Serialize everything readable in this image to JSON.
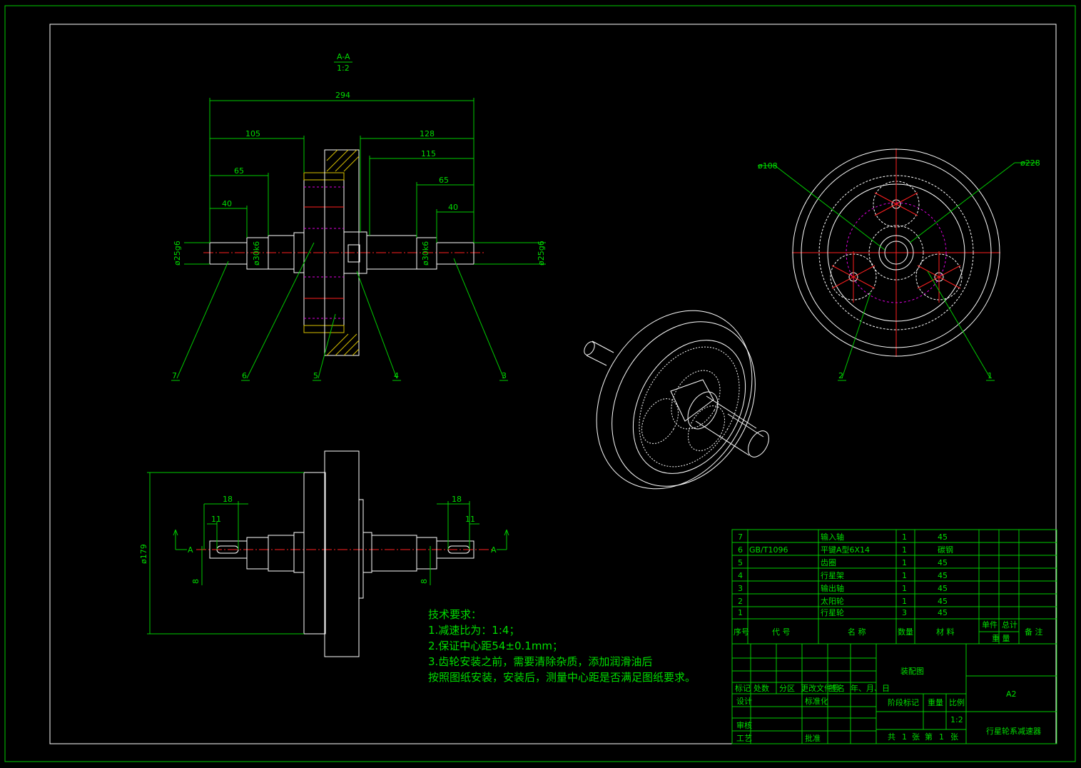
{
  "section_label": "A-A",
  "section_scale": "1:2",
  "top_view": {
    "dims": {
      "total": "294",
      "left": "105",
      "right": "128",
      "right_inner": "115",
      "left_65": "65",
      "right_65": "65",
      "left_40": "40",
      "right_40": "40"
    },
    "diameters": {
      "left_shaft": "ø25g6",
      "left_bearing": "ø30k6",
      "right_bearing": "ø30k6",
      "right_shaft": "ø25g6"
    },
    "balloons": [
      "7",
      "6",
      "5",
      "4",
      "3"
    ]
  },
  "bottom_view": {
    "dims": {
      "key_len_left": "18",
      "key_off_left": "11",
      "key_len_right": "18",
      "key_off_right": "11",
      "key_w_left": "8",
      "key_w_right": "8",
      "height": "ø179"
    },
    "section_marks": [
      "A",
      "A"
    ]
  },
  "gear_view": {
    "diameters": {
      "inner": "ø108",
      "outer": "ø228"
    },
    "balloons": [
      "2",
      "1"
    ]
  },
  "tech_requirements": {
    "title": "技术要求：",
    "lines": [
      "1.减速比为：1:4；",
      "2.保证中心距54±0.1mm；",
      "3.齿轮安装之前，需要清除杂质，添加润滑油后",
      "按照图纸安装，安装后，测量中心距是否满足图纸要求。"
    ]
  },
  "bom": {
    "rows": [
      {
        "no": "7",
        "code": "",
        "name": "输入轴",
        "qty": "1",
        "material": "45"
      },
      {
        "no": "6",
        "code": "GB/T1096",
        "name": "平键A型6X14",
        "qty": "1",
        "material": "碳钢"
      },
      {
        "no": "5",
        "code": "",
        "name": "齿圈",
        "qty": "1",
        "material": "45"
      },
      {
        "no": "4",
        "code": "",
        "name": "行星架",
        "qty": "1",
        "material": "45"
      },
      {
        "no": "3",
        "code": "",
        "name": "输出轴",
        "qty": "1",
        "material": "45"
      },
      {
        "no": "2",
        "code": "",
        "name": "太阳轮",
        "qty": "1",
        "material": "45"
      },
      {
        "no": "1",
        "code": "",
        "name": "行星轮",
        "qty": "3",
        "material": "45"
      }
    ],
    "headers": {
      "no": "序号",
      "code": "代 号",
      "name": "名 称",
      "qty": "数量",
      "material": "材 料",
      "unit": "单件",
      "total": "总计",
      "weight": "重 量",
      "remark": "备 注"
    }
  },
  "title_block": {
    "drawing_type": "装配图",
    "sheet_size": "A2",
    "title": "行星轮系减速器",
    "row_labels": [
      "标记",
      "处数",
      "分区",
      "更改文件号",
      "签名",
      "年、月、日"
    ],
    "design": "设计",
    "standard": "标准化",
    "review": "审核",
    "process": "工艺",
    "approve": "批准",
    "stage_mark": "阶段标记",
    "weight": "重量",
    "scale": "比例",
    "scale_value": "1:2",
    "total_label": "共",
    "total_sheets": "1",
    "sheet_label": "张",
    "page_label": "第",
    "page_no": "1",
    "page_suffix": "张"
  }
}
